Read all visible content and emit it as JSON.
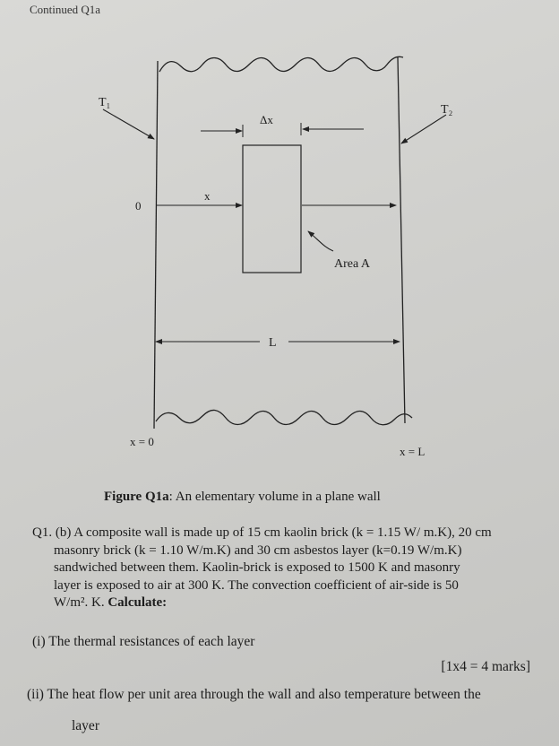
{
  "header": {
    "text": "Continued Q1a"
  },
  "figure": {
    "t1": "T₁",
    "t2": "T₂",
    "delta_x": "Δx",
    "zero": "0",
    "x": "x",
    "area": "Area A",
    "length": "L",
    "x_zero": "x = 0",
    "x_L": "x = L",
    "caption_label": "Figure Q1a",
    "caption_text": ": An elementary volume in a plane wall"
  },
  "question": {
    "lines": [
      "Q1. (b) A composite wall is made up of 15 cm kaolin brick (k = 1.15 W/ m.K), 20 cm",
      "masonry brick (k = 1.10 W/m.K) and 30 cm asbestos layer (k=0.19 W/m.K)",
      "sandwiched between them. Kaolin-brick is exposed to 1500 K and masonry",
      "layer is exposed to air at 300 K. The convection coefficient of air-side is 50",
      "W/m². K."
    ],
    "calculate": "Calculate:",
    "part_i": "(i)  The thermal resistances of each layer",
    "marks": "[1x4 = 4 marks]",
    "part_ii_1": "(ii) The heat flow per unit area through the wall and also temperature between the",
    "part_ii_2": "layer"
  }
}
